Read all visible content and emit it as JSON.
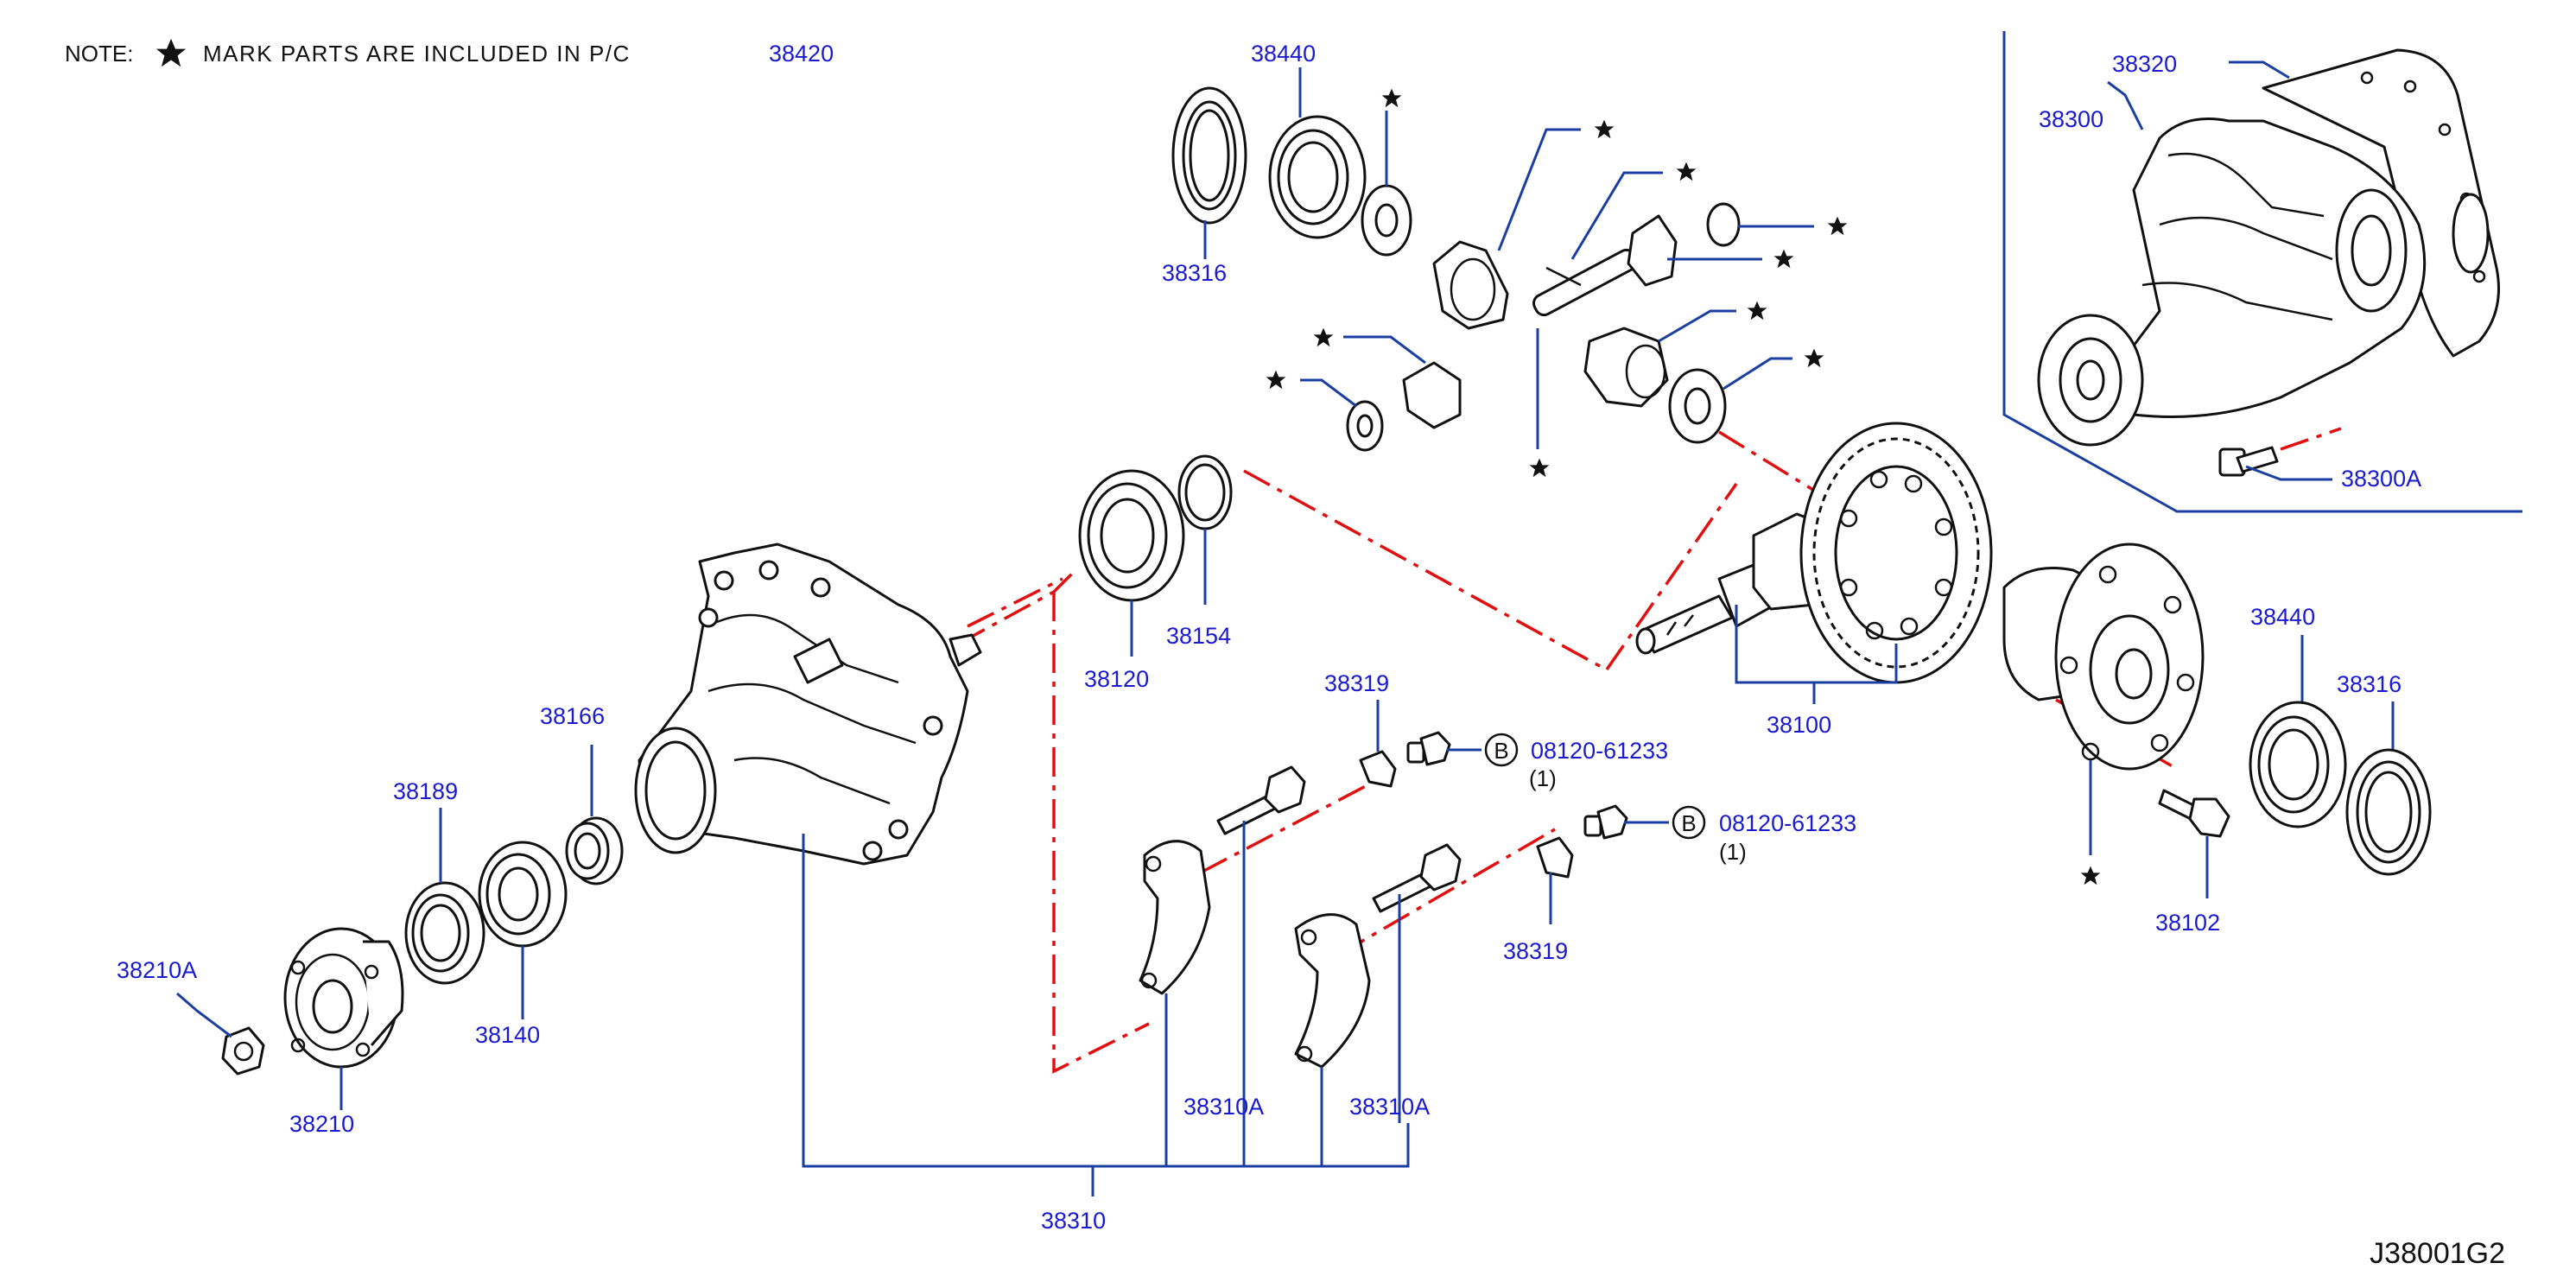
{
  "note": {
    "prefix": "NOTE:",
    "text": "MARK PARTS ARE INCLUDED IN P/C",
    "star_icon": "star-icon"
  },
  "diagram_code": "J38001G2",
  "labels": {
    "p38420": "38420",
    "p38440_top": "38440",
    "p38316_top": "38316",
    "p38320": "38320",
    "p38300": "38300",
    "p38300A": "38300A",
    "p38120": "38120",
    "p38154": "38154",
    "p38166": "38166",
    "p38189": "38189",
    "p38140": "38140",
    "p38210A": "38210A",
    "p38210": "38210",
    "p38319_top": "38319",
    "p38319_bot": "38319",
    "p38310A_left": "38310A",
    "p38310A_right": "38310A",
    "p38310": "38310",
    "p38100": "38100",
    "p38440_right": "38440",
    "p38316_right": "38316",
    "p38102": "38102"
  },
  "bolts": [
    {
      "badge": "B",
      "part": "08120-61233",
      "qty": "(1)"
    },
    {
      "badge": "B",
      "part": "08120-61233",
      "qty": "(1)"
    }
  ],
  "colors": {
    "label": "#1a1ad0",
    "leader": "#1a3fa0",
    "center_line": "#e01010",
    "outline": "#111111"
  }
}
